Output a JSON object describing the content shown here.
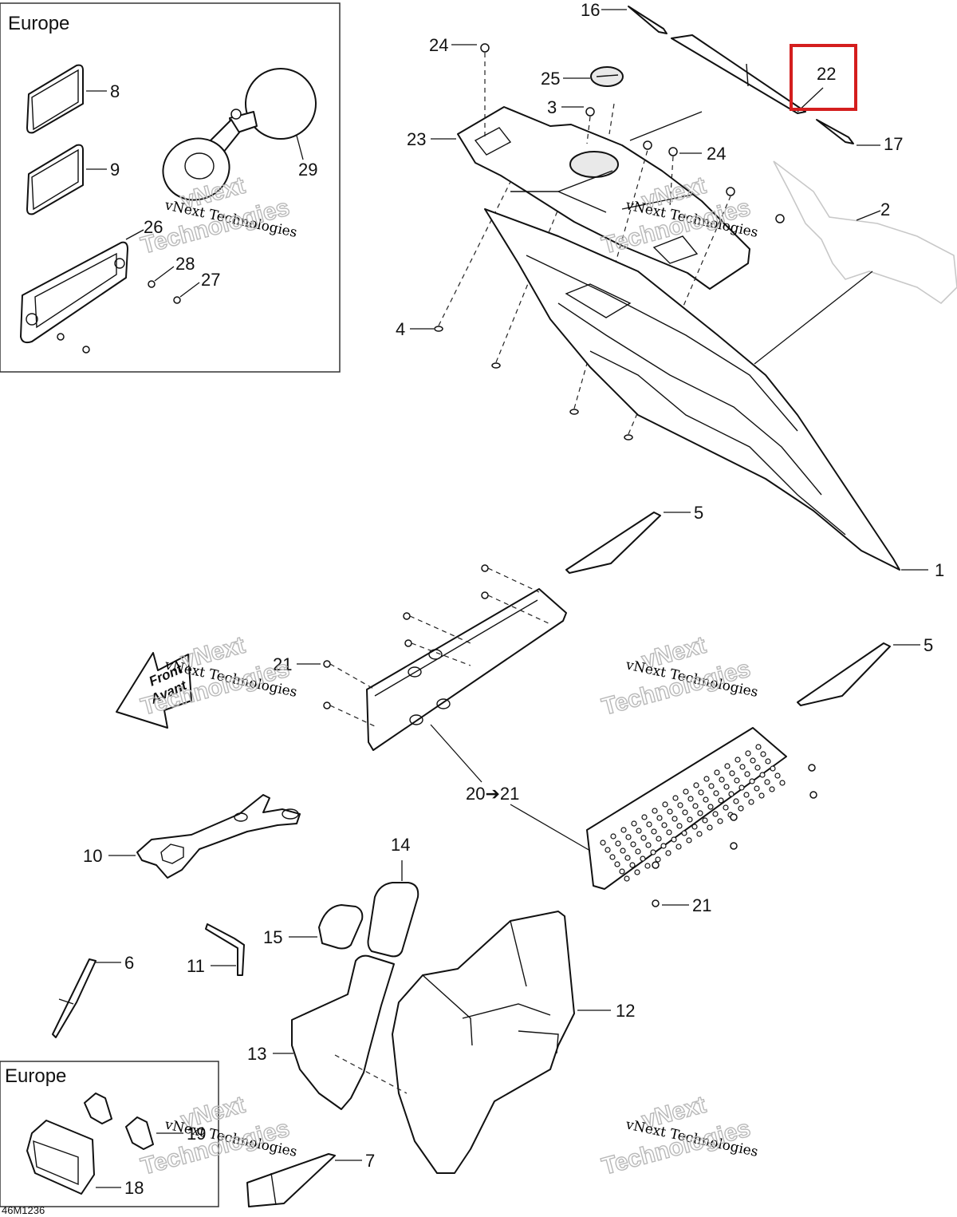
{
  "diagram": {
    "code": "46M1236",
    "europe_label": "Europe",
    "watermark_line1": "vNext Technologies",
    "watermark_line2": "Technologies",
    "watermark_top": "vNext",
    "front_arrow": {
      "line1": "Front",
      "line2": "Avant"
    },
    "highlight_color": "#d41e1e",
    "highlighted_part": "22",
    "labels": {
      "p1": "1",
      "p2": "2",
      "p3": "3",
      "p4": "4",
      "p5a": "5",
      "p5b": "5",
      "p6": "6",
      "p7": "7",
      "p8": "8",
      "p9": "9",
      "p10": "10",
      "p11": "11",
      "p12": "12",
      "p13": "13",
      "p14": "14",
      "p15": "15",
      "p16": "16",
      "p17": "17",
      "p18": "18",
      "p19": "19",
      "p20_21": "20➔21",
      "p21a": "21",
      "p21b": "21",
      "p22": "22",
      "p23": "23",
      "p24a": "24",
      "p24b": "24",
      "p25": "25",
      "p26": "26",
      "p27": "27",
      "p28": "28",
      "p29": "29"
    }
  }
}
